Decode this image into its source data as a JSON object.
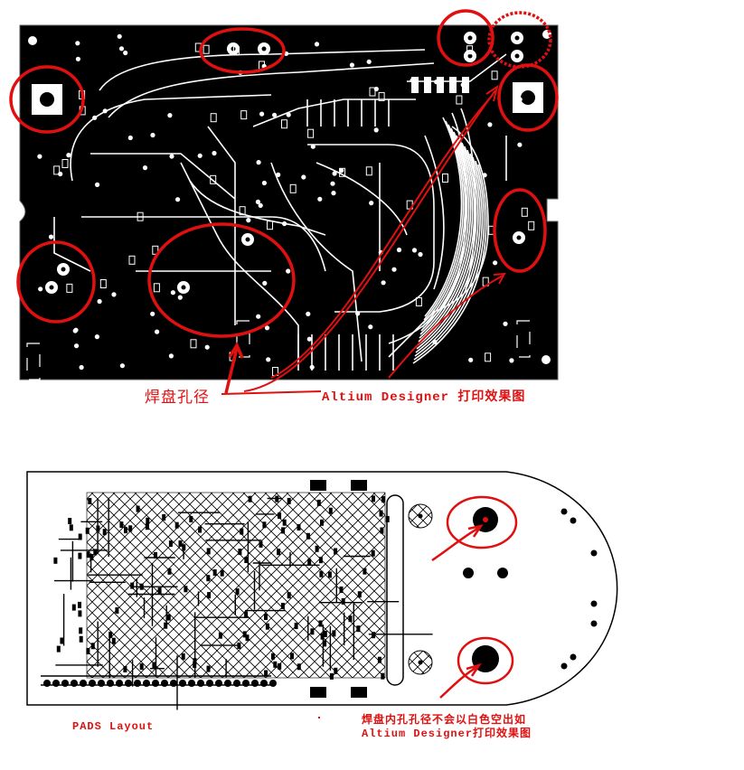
{
  "top_board": {
    "label_pad_hole": "焊盘孔径",
    "label_altium_print": "Altium Designer 打印效果图"
  },
  "bottom_board": {
    "label_pads_layout": "PADS  Layout",
    "note_line1": "焊盘内孔孔径不会以白色空出如",
    "note_line2": "Altium Designer打印效果图"
  },
  "colors": {
    "annotation_red": "#e01010",
    "board_black": "#000000",
    "trace_white": "#ffffff"
  }
}
